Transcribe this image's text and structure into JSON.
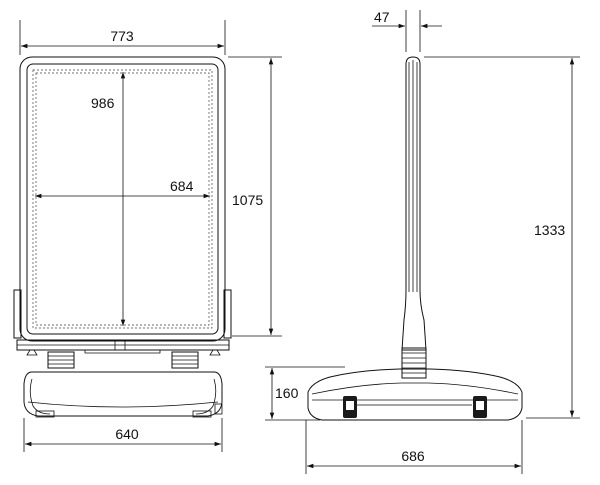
{
  "dimensions": {
    "frame_width": "773",
    "poster_height": "986",
    "poster_width": "684",
    "frame_height": "1075",
    "base_width": "640",
    "depth_top": "47",
    "total_height": "1333",
    "base_height": "160",
    "base_depth": "686"
  }
}
